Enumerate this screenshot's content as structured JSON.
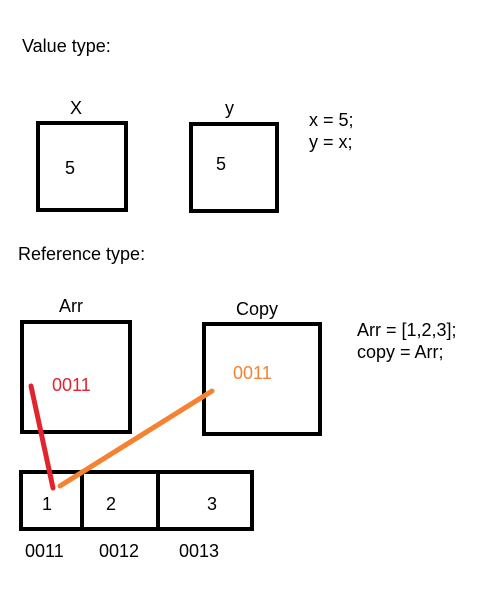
{
  "colors": {
    "arr_pointer": "#e0252e",
    "copy_pointer": "#f58231",
    "ink": "#000000"
  },
  "value_section": {
    "title": "Value type:",
    "x_label": "X",
    "x_value": "5",
    "y_label": "y",
    "y_value": "5",
    "code_lines": [
      "x = 5;",
      "y = x;"
    ]
  },
  "reference_section": {
    "title": "Reference type:",
    "arr_label": "Arr",
    "arr_value": "0011",
    "copy_label": "Copy",
    "copy_value": "0011",
    "code_lines": [
      "Arr = [1,2,3];",
      "copy = Arr;"
    ],
    "array_cells": [
      "1",
      "2",
      "3"
    ],
    "addresses": [
      "0011",
      "0012",
      "0013"
    ]
  }
}
